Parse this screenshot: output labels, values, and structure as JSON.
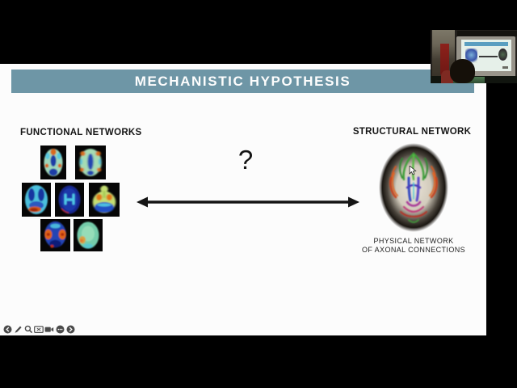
{
  "slide": {
    "title": "MECHANISTIC HYPOTHESIS",
    "functional": {
      "heading": "FUNCTIONAL NETWORKS",
      "image_count": 7,
      "image_type": "fmri-activation-brain-maps"
    },
    "relation": {
      "question_mark": "?",
      "arrow": "double-headed-arrow"
    },
    "structural": {
      "heading": "STRUCTURAL NETWORK",
      "caption_line1": "PHYSICAL NETWORK",
      "caption_line2": "OF AXONAL CONNECTIONS",
      "image_type": "dti-tractography-brain"
    }
  },
  "toolbar": {
    "icons": [
      {
        "name": "previous-circle-icon"
      },
      {
        "name": "pen-icon"
      },
      {
        "name": "magnifier-icon"
      },
      {
        "name": "display-icon"
      },
      {
        "name": "video-camera-icon"
      },
      {
        "name": "more-options-icon"
      },
      {
        "name": "next-circle-icon"
      }
    ]
  },
  "webcam": {
    "content": "presenter-room-with-monitor-showing-slide"
  },
  "colors": {
    "title_bar": "#6e96a6",
    "slide_bg": "#fcfcfc",
    "frame_bg": "#000000",
    "heading_text": "#151515",
    "toolbar_icon": "#4b4b4b"
  }
}
